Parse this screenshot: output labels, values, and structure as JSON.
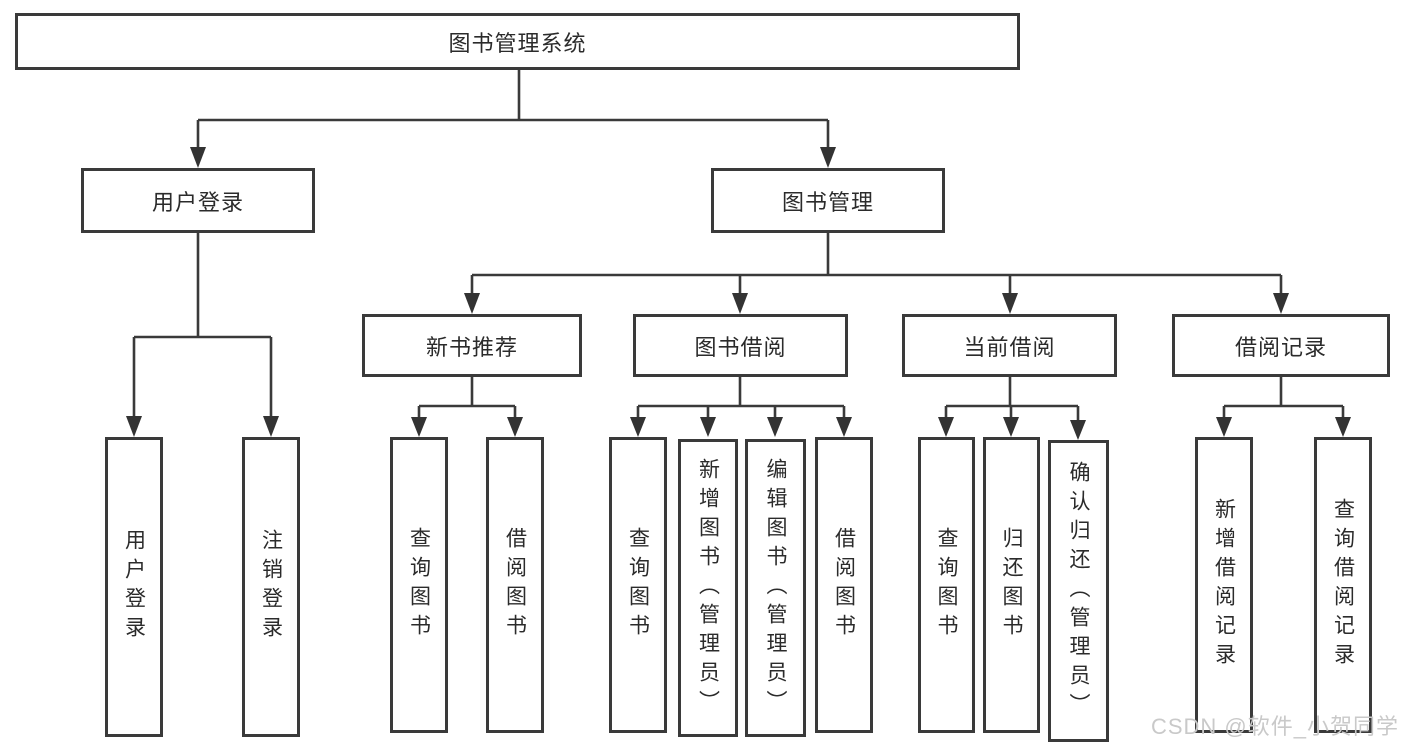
{
  "diagram_title": "图书管理系统",
  "colors": {
    "line": "#3a3a3a",
    "box_border": "#3a3a3a",
    "text": "#2b2b2b",
    "background": "#ffffff",
    "watermark": "#c9c9c9"
  },
  "tree": {
    "root": {
      "label": "图书管理系统"
    },
    "branches": [
      {
        "label": "用户登录",
        "children": [
          {
            "label": "用户登录"
          },
          {
            "label": "注销登录"
          }
        ]
      },
      {
        "label": "图书管理",
        "children": [
          {
            "label": "新书推荐",
            "children": [
              {
                "label": "查询图书"
              },
              {
                "label": "借阅图书"
              }
            ]
          },
          {
            "label": "图书借阅",
            "children": [
              {
                "label": "查询图书"
              },
              {
                "label": "新增图书（管理员）"
              },
              {
                "label": "编辑图书（管理员）"
              },
              {
                "label": "借阅图书"
              }
            ]
          },
          {
            "label": "当前借阅",
            "children": [
              {
                "label": "查询图书"
              },
              {
                "label": "归还图书"
              },
              {
                "label": "确认归还（管理员）"
              }
            ]
          },
          {
            "label": "借阅记录",
            "children": [
              {
                "label": "新增借阅记录"
              },
              {
                "label": "查询借阅记录"
              }
            ]
          }
        ]
      }
    ]
  },
  "watermark": {
    "text": "CSDN @软件_小贺同学"
  }
}
